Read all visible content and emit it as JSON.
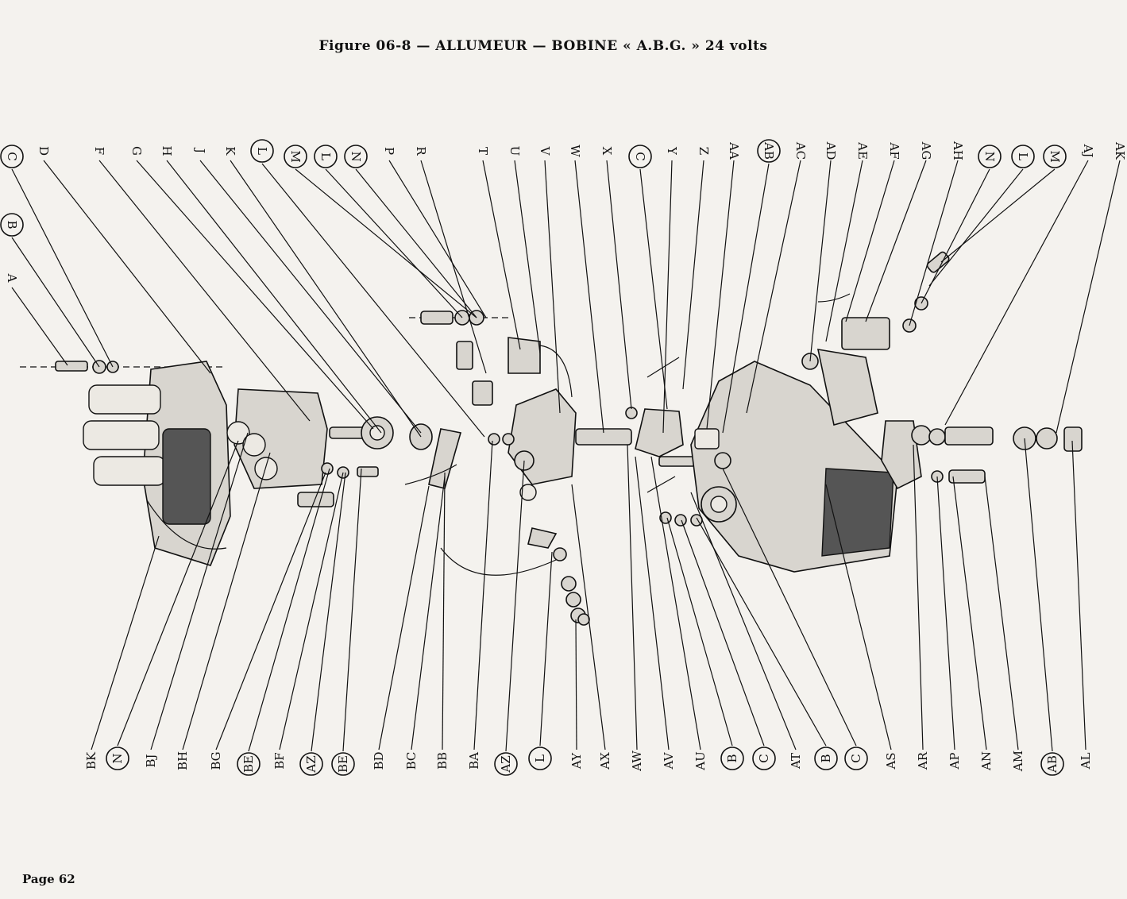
{
  "title": "Figure 06-8 — ALLUMEUR — BOBINE « A.B.G. » 24 volts",
  "page": "Page 62",
  "top_labels": [
    {
      "text": "A",
      "circled": false
    },
    {
      "text": "B",
      "circled": true
    },
    {
      "text": "C",
      "circled": true
    },
    {
      "text": "D",
      "circled": false
    },
    {
      "text": "F",
      "circled": false
    },
    {
      "text": "G",
      "circled": false
    },
    {
      "text": "H",
      "circled": false
    },
    {
      "text": "J",
      "circled": false
    },
    {
      "text": "K",
      "circled": false
    },
    {
      "text": "L",
      "circled": true
    },
    {
      "text": "M",
      "circled": true
    },
    {
      "text": "L",
      "circled": true
    },
    {
      "text": "N",
      "circled": true
    },
    {
      "text": "P",
      "circled": false
    },
    {
      "text": "R",
      "circled": false
    },
    {
      "text": "T",
      "circled": false
    },
    {
      "text": "U",
      "circled": false
    },
    {
      "text": "V",
      "circled": false
    },
    {
      "text": "W",
      "circled": false
    },
    {
      "text": "X",
      "circled": false
    },
    {
      "text": "C",
      "circled": true
    },
    {
      "text": "Y",
      "circled": false
    },
    {
      "text": "Z",
      "circled": false
    },
    {
      "text": "AA",
      "circled": false
    },
    {
      "text": "AB",
      "circled": true
    },
    {
      "text": "AC",
      "circled": false
    },
    {
      "text": "AD",
      "circled": false
    },
    {
      "text": "AE",
      "circled": false
    },
    {
      "text": "AF",
      "circled": false
    },
    {
      "text": "AG",
      "circled": false
    },
    {
      "text": "AH",
      "circled": false
    },
    {
      "text": "N",
      "circled": true
    },
    {
      "text": "L",
      "circled": true
    },
    {
      "text": "M",
      "circled": true
    },
    {
      "text": "AJ",
      "circled": false
    },
    {
      "text": "AK",
      "circled": false
    }
  ],
  "bottom_labels": [
    {
      "text": "BK",
      "circled": false
    },
    {
      "text": "N",
      "circled": true
    },
    {
      "text": "BJ",
      "circled": false
    },
    {
      "text": "BH",
      "circled": false
    },
    {
      "text": "BG",
      "circled": false
    },
    {
      "text": "BE",
      "circled": true
    },
    {
      "text": "BF",
      "circled": false
    },
    {
      "text": "AZ",
      "circled": true
    },
    {
      "text": "BE",
      "circled": true
    },
    {
      "text": "BD",
      "circled": false
    },
    {
      "text": "BC",
      "circled": false
    },
    {
      "text": "BB",
      "circled": false
    },
    {
      "text": "BA",
      "circled": false
    },
    {
      "text": "AZ",
      "circled": true
    },
    {
      "text": "L",
      "circled": true
    },
    {
      "text": "AY",
      "circled": false
    },
    {
      "text": "AX",
      "circled": false
    },
    {
      "text": "AW",
      "circled": false
    },
    {
      "text": "AV",
      "circled": false
    },
    {
      "text": "AU",
      "circled": false
    },
    {
      "text": "B",
      "circled": true
    },
    {
      "text": "C",
      "circled": true
    },
    {
      "text": "AT",
      "circled": false
    },
    {
      "text": "B",
      "circled": true
    },
    {
      "text": "C",
      "circled": true
    },
    {
      "text": "AS",
      "circled": false
    },
    {
      "text": "AR",
      "circled": false
    },
    {
      "text": "AP",
      "circled": false
    },
    {
      "text": "AN",
      "circled": false
    },
    {
      "text": "AM",
      "circled": false
    },
    {
      "text": "AB",
      "circled": true
    },
    {
      "text": "AL",
      "circled": false
    }
  ]
}
